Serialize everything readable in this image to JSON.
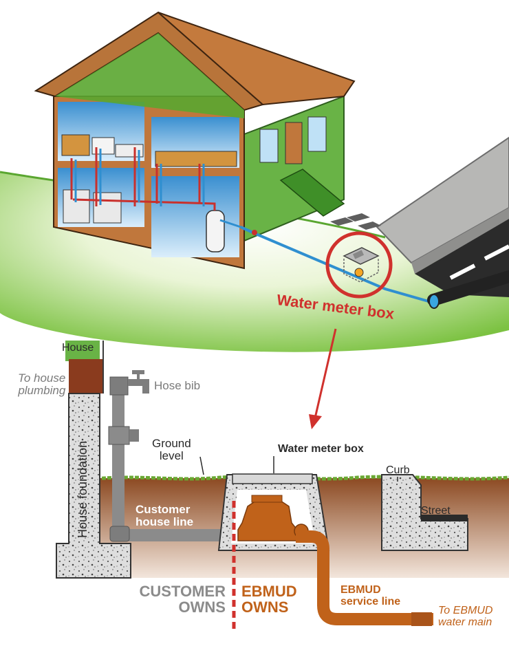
{
  "callout": {
    "title": "Water meter box"
  },
  "labels": {
    "house": "House",
    "to_house_plumbing": [
      "To house",
      "plumbing"
    ],
    "hose_bib": "Hose bib",
    "house_foundation": "House foundation",
    "ground_level": [
      "Ground",
      "level"
    ],
    "water_meter_box": "Water meter box",
    "curb": "Curb",
    "street": "Street",
    "customer_house_line": [
      "Customer",
      "house line"
    ],
    "customer_owns": [
      "CUSTOMER",
      "OWNS"
    ],
    "ebmud_owns": [
      "EBMUD",
      "OWNS"
    ],
    "ebmud_service_line": [
      "EBMUD",
      "service line"
    ],
    "to_ebmud_water_main": [
      "To EBMUD",
      "water main"
    ]
  },
  "colors": {
    "grass": "#7cc242",
    "house_wall": "#69b346",
    "roof": "#b8743a",
    "soil": "#9c5a2e",
    "concrete": "#dcdcd6",
    "customer_pipe": "#8b8b8b",
    "ebmud_pipe": "#c0621a",
    "callout_red": "#d0312d",
    "road": "#2b2b2b",
    "water_line": "#2f8fd0"
  }
}
